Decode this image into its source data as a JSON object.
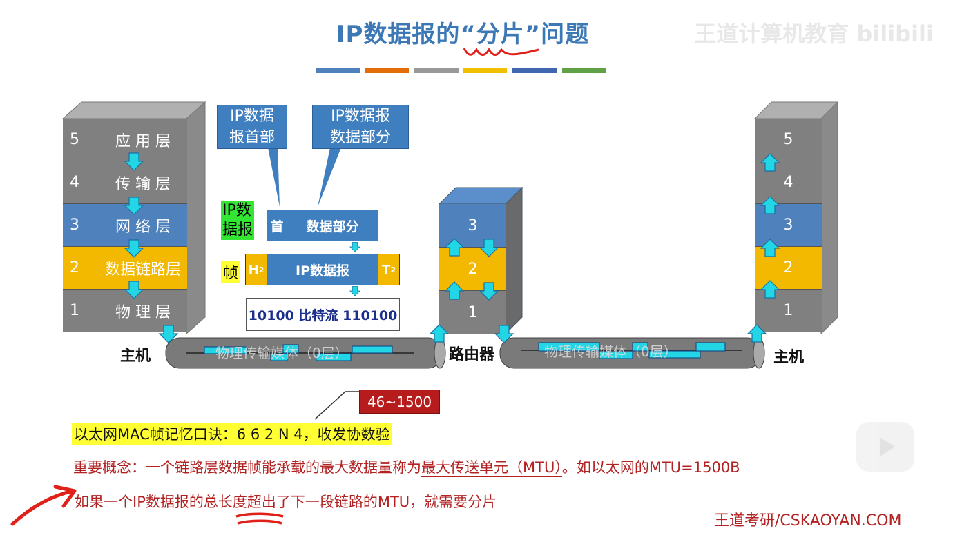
{
  "title": "IP数据报的“分片”问题",
  "watermark": "王道计算机教育 bilibili",
  "color_bar": [
    "#4f81bd",
    "#e36c09",
    "#999999",
    "#f0c000",
    "#3f67b0",
    "#5ea147"
  ],
  "left_stack": {
    "layers": [
      {
        "num": "5",
        "name": "应 用 层",
        "color": "#808080"
      },
      {
        "num": "4",
        "name": "传 输 层",
        "color": "#808080"
      },
      {
        "num": "3",
        "name": "网 络 层",
        "color": "#4f81bd"
      },
      {
        "num": "2",
        "name": "数据链路层",
        "color": "#f3b800"
      },
      {
        "num": "1",
        "name": "物 理 层",
        "color": "#808080"
      }
    ],
    "label": "主机"
  },
  "right_stack": {
    "layers": [
      {
        "num": "5",
        "color": "#808080"
      },
      {
        "num": "4",
        "color": "#808080"
      },
      {
        "num": "3",
        "color": "#4f81bd"
      },
      {
        "num": "2",
        "color": "#f3b800"
      },
      {
        "num": "1",
        "color": "#808080"
      }
    ],
    "label": "主机"
  },
  "router": {
    "layers": [
      {
        "num": "3",
        "color": "#4f81bd"
      },
      {
        "num": "2",
        "color": "#f3b800"
      },
      {
        "num": "1",
        "color": "#808080"
      }
    ],
    "label": "路由器"
  },
  "callouts": {
    "header": [
      "IP数据",
      "报首部"
    ],
    "data": [
      "IP数据报",
      "数据部分"
    ]
  },
  "datagram": {
    "tag": [
      "IP数",
      "据报"
    ],
    "head": "首",
    "body": "数据部分"
  },
  "frame": {
    "tag": "帧",
    "h": "H",
    "h_sub": "2",
    "body": "IP数据报",
    "t": "T",
    "t_sub": "2"
  },
  "bitstream": "10100 比特流 110100",
  "media": {
    "left": "物理传输媒体（0层）",
    "right": "物理传输媒体（0层）"
  },
  "mtu_range": "46~1500",
  "mnemonic": "以太网MAC帧记忆口诀：6 6 2 N 4，收发协数验",
  "concept": {
    "prefix": "重要概念：一个链路层数据帧能承载的最大数据量称为",
    "term": "最大传送单元（MTU）",
    "suffix": "。如以太网的MTU=1500B"
  },
  "rule": {
    "prefix": "如果一个IP数据报的",
    "em": "总长度",
    "suffix": "超出了下一段链路的MTU，就需要分片"
  },
  "footer": "王道考研/CSKAOYAN.COM"
}
